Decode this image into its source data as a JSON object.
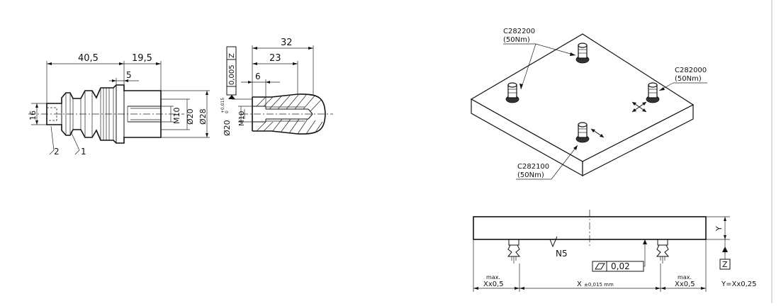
{
  "part_view": {
    "dim_length": "40,5",
    "dim_body": "19,5",
    "dim_collar": "5",
    "dim_height": "16",
    "dim_thread": "M10",
    "dim_dia_inner": "Ø20",
    "dim_dia_outer": "Ø28",
    "callout_1": "1",
    "callout_2": "2"
  },
  "bore_view": {
    "dim_total": "32",
    "dim_depth": "23",
    "dim_chamfer": "6",
    "dim_bore": "Ø20",
    "dim_bore_tol_upper": "+0,015",
    "dim_bore_tol_lower": "0",
    "dim_thread": "M10",
    "tolerance_frame": "0,005",
    "datum": "Z"
  },
  "iso_view": {
    "label_top_code": "C282200",
    "label_top_torque": "(50Nm)",
    "label_right_code": "C282000",
    "label_right_torque": "(50Nm)",
    "label_bottom_code": "C282100",
    "label_bottom_torque": "(50Nm)"
  },
  "side_view": {
    "surface_finish": "N5",
    "flatness_value": "0,02",
    "dim_left_max": "max.",
    "dim_left": "Xx0,5",
    "dim_center": "X",
    "dim_center_tol": "±0,015 mm",
    "dim_right_max": "max.",
    "dim_right": "Xx0,5",
    "dim_y": "Y",
    "datum": "Z",
    "formula": "Y=Xx0,25"
  }
}
